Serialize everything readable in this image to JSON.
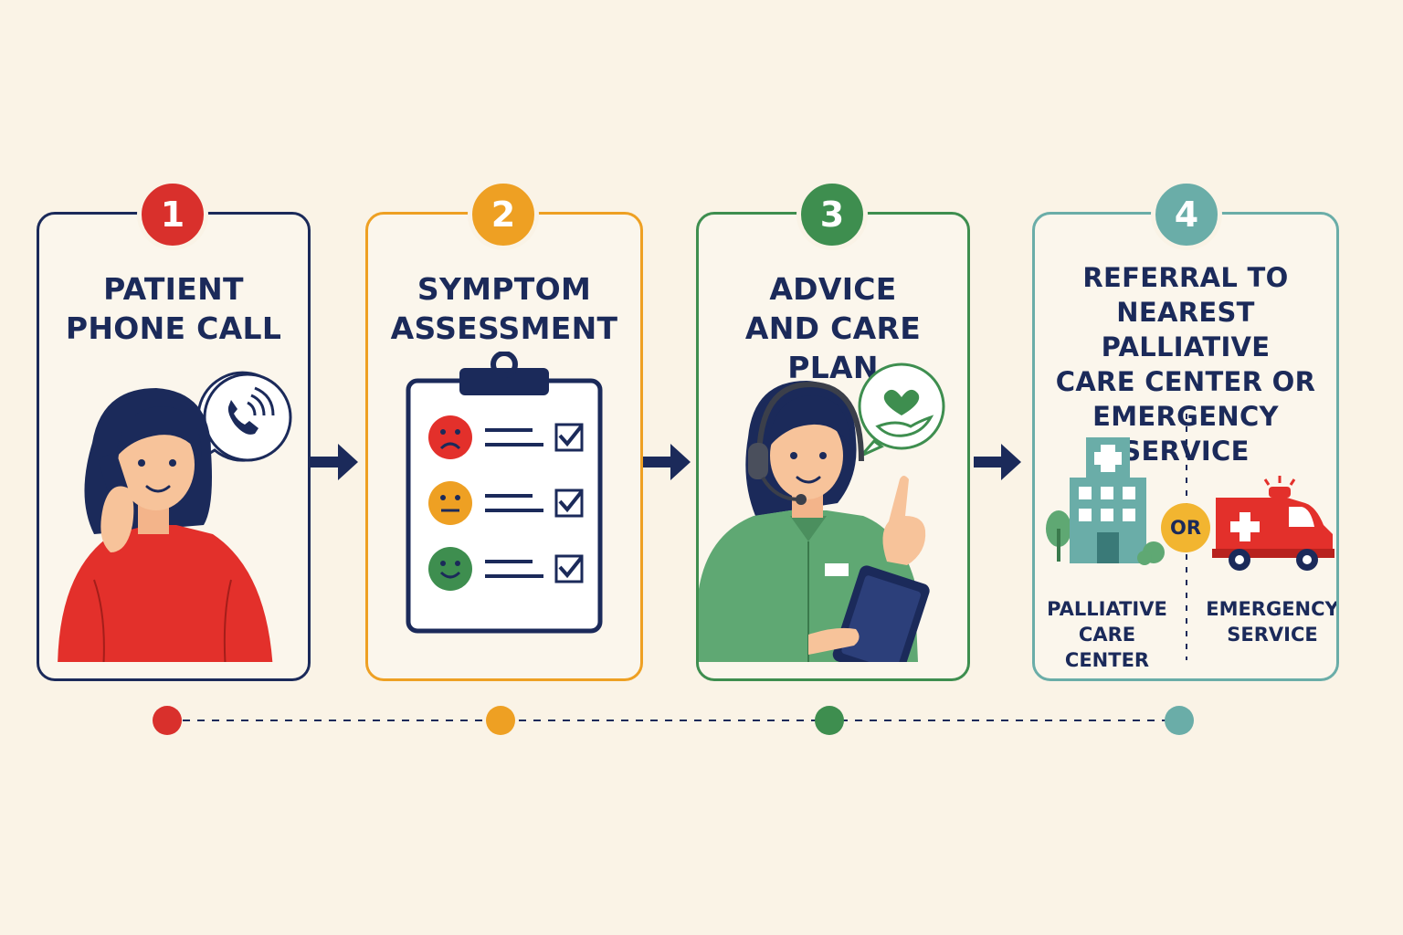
{
  "steps": [
    {
      "number": "1",
      "title": "PATIENT\nPHONE CALL",
      "color": "#d9302c"
    },
    {
      "number": "2",
      "title": "SYMPTOM\nASSESSMENT",
      "color": "#eea023"
    },
    {
      "number": "3",
      "title": "ADVICE\nAND CARE PLAN",
      "color": "#3e8e4f"
    },
    {
      "number": "4",
      "title": "REFERRAL TO\nNEAREST PALLIATIVE\nCARE CENTER OR\nEMERGENCY SERVICE",
      "color": "#6aada8"
    }
  ],
  "referral": {
    "option_a": "PALLIATIVE\nCARE CENTER",
    "or_label": "OR",
    "option_b": "EMERGENCY\nSERVICE"
  },
  "colors": {
    "navy": "#1b2a5a",
    "background": "#faf3e6"
  }
}
